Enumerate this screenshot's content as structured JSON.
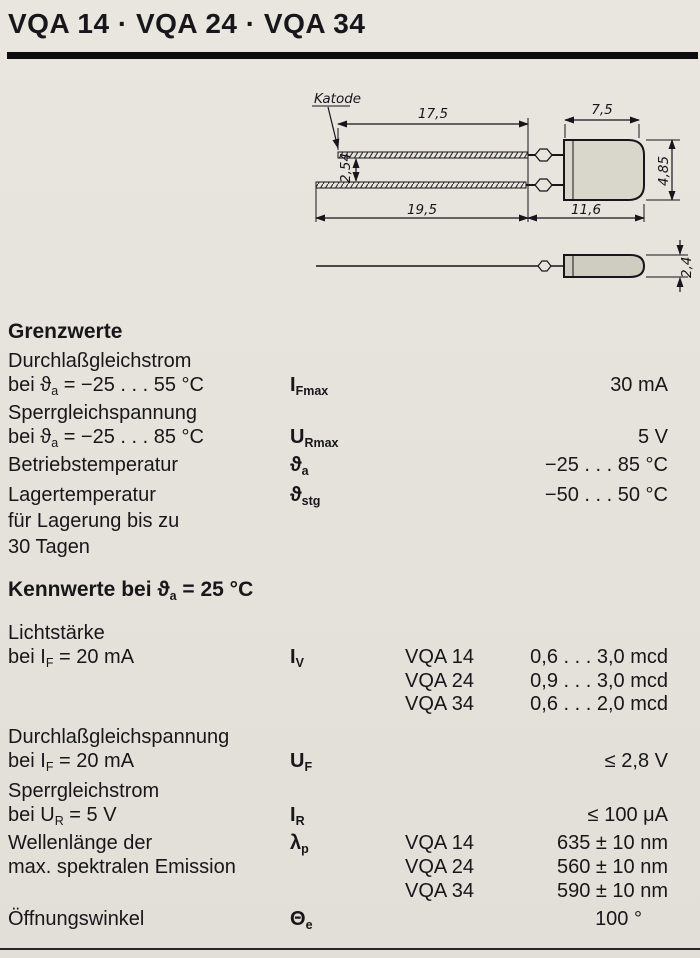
{
  "page": {
    "title": "VQA 14 · VQA 24 · VQA 34"
  },
  "drawing": {
    "katode": "Katode",
    "d17_5": "17,5",
    "d7_5": "7,5",
    "d2_54": "2,54",
    "d19_5": "19,5",
    "d11_6": "11,6",
    "d4_85": "4,85",
    "d2_4": "2,4"
  },
  "grenzwerte": {
    "heading": "Grenzwerte",
    "rows": [
      {
        "l1": "Durchlaßgleichstrom",
        "l2pre": "bei ϑ",
        "l2sub": "a",
        "l2rest": " = −25 . . . 55 °C",
        "sym": "I",
        "symsub": "Fmax",
        "value": "30 mA"
      },
      {
        "l1": "Sperrgleichspannung",
        "l2pre": "bei ϑ",
        "l2sub": "a",
        "l2rest": " = −25 . . . 85 °C",
        "sym": "U",
        "symsub": "Rmax",
        "value": "5 V"
      },
      {
        "l1": "Betriebstemperatur",
        "sym": "ϑ",
        "symsub": "a",
        "value": "−25 . . . 85  °C"
      },
      {
        "l1": "Lagertemperatur",
        "l2": "für Lagerung bis zu",
        "l3": "30 Tagen",
        "sym": "ϑ",
        "symsub": "stg",
        "value": "−50 . . . 50  °C"
      }
    ]
  },
  "kennwerte": {
    "heading_bold": "Kennwerte",
    "heading_pre": " bei ϑ",
    "heading_sub": "a",
    "heading_rest": " = 25 °C",
    "rows": [
      {
        "l1": "Lichtstärke",
        "l2pre": "bei I",
        "l2sub": "F",
        "l2rest": " = 20 mA",
        "sym": "I",
        "symsub": "V",
        "variants": [
          {
            "name": "VQA 14",
            "value": "0,6 . . . 3,0 mcd"
          },
          {
            "name": "VQA 24",
            "value": "0,9 . . . 3,0 mcd"
          },
          {
            "name": "VQA 34",
            "value": "0,6 . . . 2,0 mcd"
          }
        ]
      },
      {
        "l1": "Durchlaßgleichspannung",
        "l2pre": "bei I",
        "l2sub": "F",
        "l2rest": " = 20 mA",
        "sym": "U",
        "symsub": "F",
        "value": "≤ 2,8 V"
      },
      {
        "l1": "Sperrgleichstrom",
        "l2pre": "bei U",
        "l2sub": "R",
        "l2rest": " = 5 V",
        "sym": "I",
        "symsub": "R",
        "value": "≤ 100 μA"
      },
      {
        "l1": "Wellenlänge der",
        "l2": "max. spektralen Emission",
        "sym": "λ",
        "symsub": "p",
        "variants": [
          {
            "name": "VQA 14",
            "value": "635 ± 10 nm"
          },
          {
            "name": "VQA 24",
            "value": "560 ± 10 nm"
          },
          {
            "name": "VQA 34",
            "value": "590 ± 10 nm"
          }
        ]
      },
      {
        "l1": "Öffnungswinkel",
        "sym": "Θ",
        "symsub": "e",
        "value": "100 °"
      }
    ]
  }
}
